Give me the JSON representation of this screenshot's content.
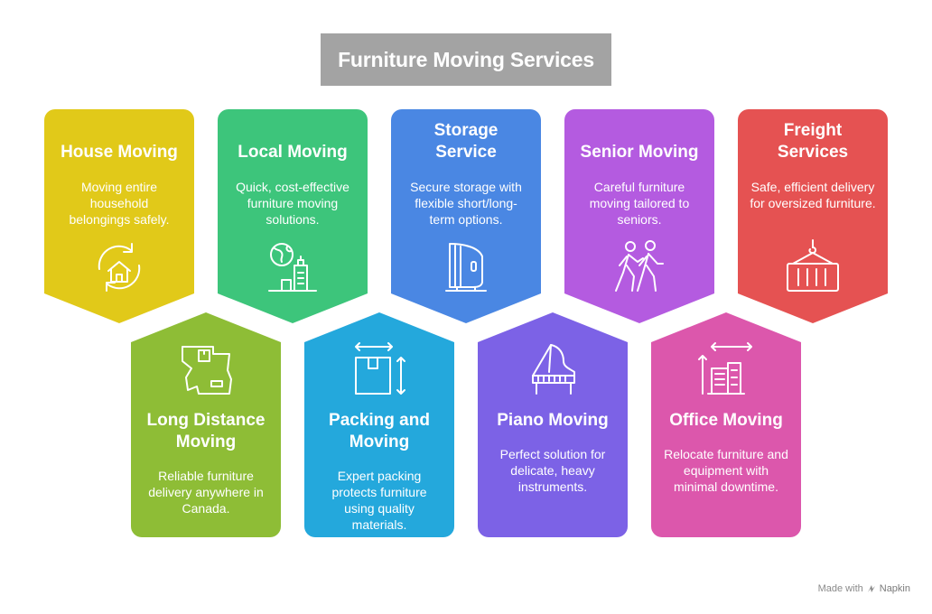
{
  "title": "Furniture Moving Services",
  "colors": {
    "house": "#e1c919",
    "local": "#3dc57b",
    "storage": "#4a87e3",
    "senior": "#b45be0",
    "freight": "#e55252",
    "long": "#8ebd36",
    "packing": "#24a8dc",
    "piano": "#7c62e6",
    "office": "#dc57ac"
  },
  "cards": [
    {
      "title": "House Moving",
      "desc": "Moving entire household belongings safely.",
      "icon": "house-cycle-icon"
    },
    {
      "title": "Local Moving",
      "desc": "Quick, cost-effective furniture moving solutions.",
      "icon": "globe-city-icon"
    },
    {
      "title": "Storage Service",
      "desc": "Secure storage with flexible short/long-term options.",
      "icon": "storage-unit-icon"
    },
    {
      "title": "Senior Moving",
      "desc": "Careful furniture moving tailored to seniors.",
      "icon": "walking-people-icon"
    },
    {
      "title": "Freight Services",
      "desc": "Safe, efficient delivery for oversized furniture.",
      "icon": "container-crane-icon"
    },
    {
      "title": "Long Distance Moving",
      "desc": "Reliable furniture delivery anywhere in Canada.",
      "icon": "map-icon"
    },
    {
      "title": "Packing and Moving",
      "desc": "Expert packing protects furniture using quality materials.",
      "icon": "box-dimensions-icon"
    },
    {
      "title": "Piano Moving",
      "desc": "Perfect solution for delicate, heavy instruments.",
      "icon": "piano-icon"
    },
    {
      "title": "Office Moving",
      "desc": "Relocate furniture and equipment with minimal downtime.",
      "icon": "office-building-icon"
    }
  ],
  "footer": {
    "made_with": "Made with",
    "brand": "Napkin"
  }
}
